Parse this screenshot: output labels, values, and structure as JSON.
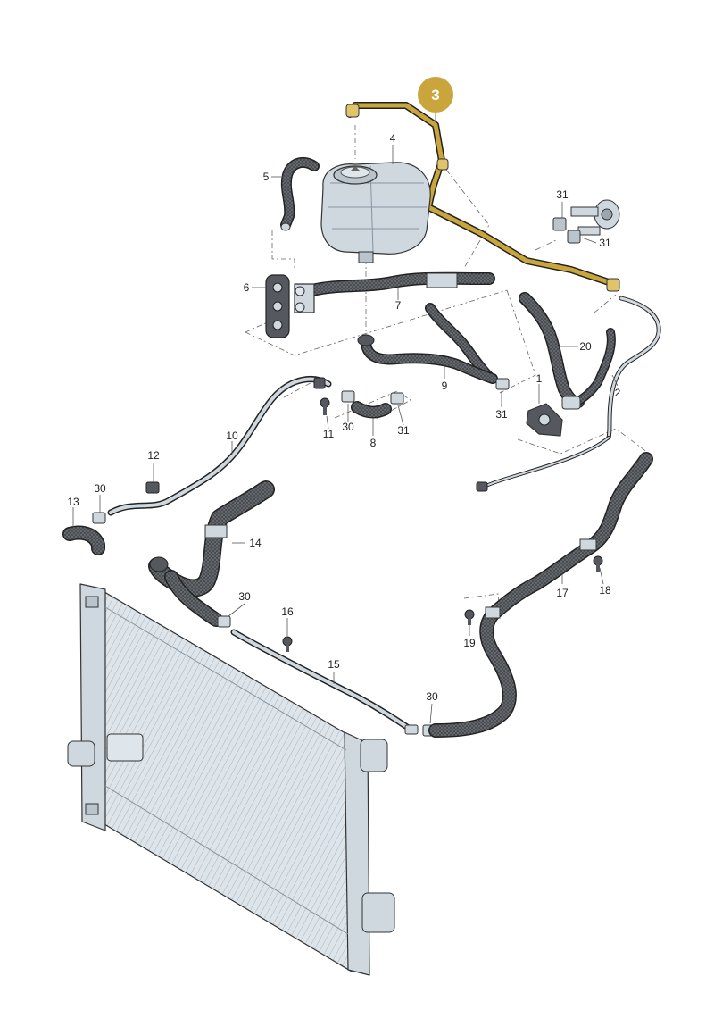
{
  "diagram": {
    "highlight_color": "#c9a53b",
    "hose_color": "#4a4d52",
    "metal_color": "#cfd8df",
    "highlighted_part": "3",
    "callouts": {
      "c1": "1",
      "c2": "2",
      "c4": "4",
      "c5": "5",
      "c6": "6",
      "c7": "7",
      "c8": "8",
      "c9": "9",
      "c10": "10",
      "c11": "11",
      "c12": "12",
      "c13": "13",
      "c14": "14",
      "c15": "15",
      "c16": "16",
      "c17": "17",
      "c18": "18",
      "c19": "19",
      "c20": "20",
      "c30a": "30",
      "c30b": "30",
      "c30c": "30",
      "c30d": "30",
      "c31a": "31",
      "c31b": "31",
      "c31c": "31",
      "c31d": "31"
    }
  }
}
